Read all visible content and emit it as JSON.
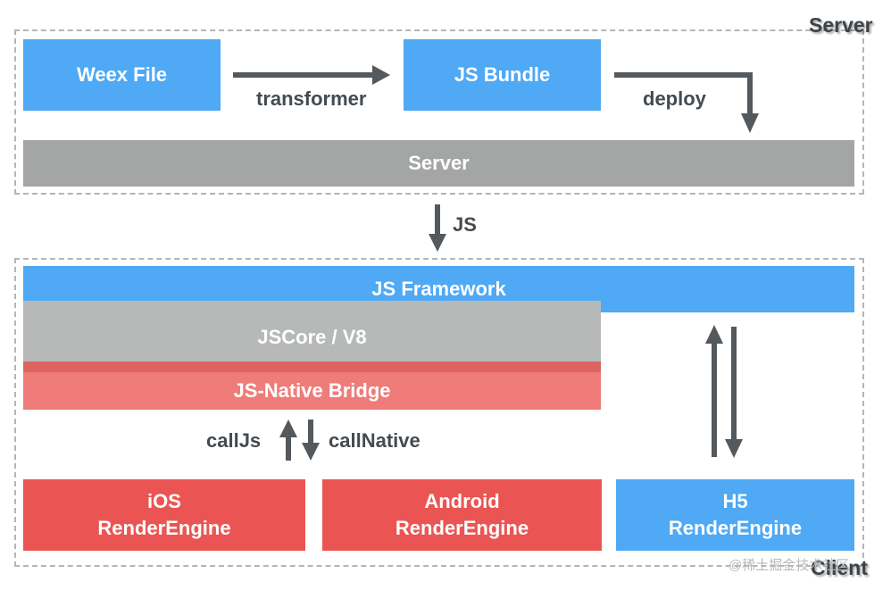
{
  "server_section": {
    "corner_label": "Server",
    "weex_file": "Weex File",
    "transformer": "transformer",
    "js_bundle": "JS Bundle",
    "deploy": "deploy",
    "server_bar": "Server"
  },
  "transfer_label": "JS",
  "client_section": {
    "corner_label": "Client",
    "js_framework": "JS Framework",
    "jscore": "JSCore / V8",
    "bridge": "JS-Native Bridge",
    "call_js": "callJs",
    "call_native": "callNative",
    "ios_line1": "iOS",
    "ios_line2": "RenderEngine",
    "android_line1": "Android",
    "android_line2": "RenderEngine",
    "h5_line1": "H5",
    "h5_line2": "RenderEngine"
  },
  "watermark": "@稀土掘金技术社区",
  "colors": {
    "blue": "#4fa9f4",
    "gray": "#a3a6a4",
    "red": "#ea5554",
    "bridge_red": "#ef7c79",
    "arrow": "#54595e"
  }
}
